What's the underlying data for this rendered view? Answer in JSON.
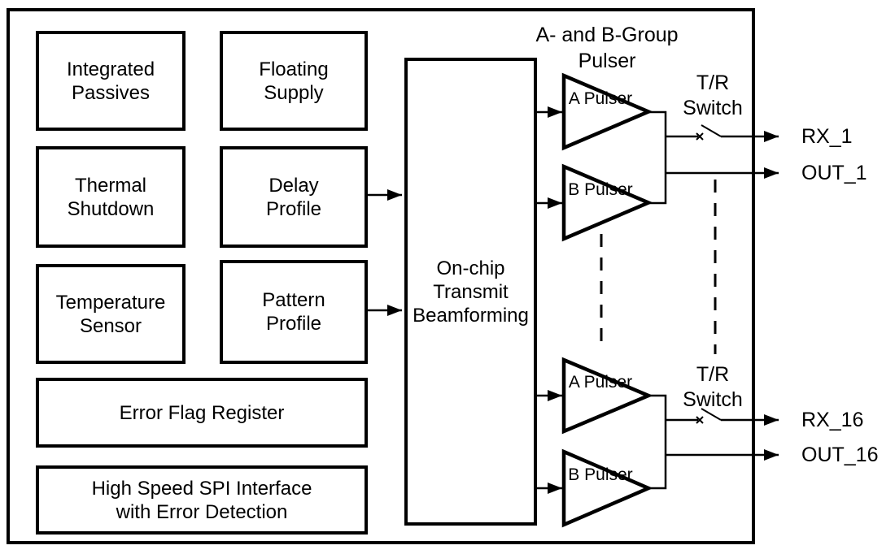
{
  "diagram": {
    "group_title": {
      "line1": "A- and B-Group",
      "line2": "Pulser"
    },
    "blocks": {
      "integrated_passives": {
        "line1": "Integrated",
        "line2": "Passives"
      },
      "floating_supply": {
        "line1": "Floating",
        "line2": "Supply"
      },
      "thermal_shutdown": {
        "line1": "Thermal",
        "line2": "Shutdown"
      },
      "delay_profile": {
        "line1": "Delay",
        "line2": "Profile"
      },
      "temperature_sensor": {
        "line1": "Temperature",
        "line2": "Sensor"
      },
      "pattern_profile": {
        "line1": "Pattern",
        "line2": "Profile"
      },
      "error_flag_register": {
        "line1": "Error Flag Register"
      },
      "spi_interface": {
        "line1": "High Speed SPI Interface",
        "line2": "with Error Detection"
      },
      "beamforming": {
        "line1": "On-chip",
        "line2": "Transmit",
        "line3": "Beamforming"
      }
    },
    "pulsers": {
      "top_a": {
        "line1": "A",
        "line2": "Pulser"
      },
      "top_b": {
        "line1": "B",
        "line2": "Pulser"
      },
      "bottom_a": {
        "line1": "A",
        "line2": "Pulser"
      },
      "bottom_b": {
        "line1": "B",
        "line2": "Pulser"
      }
    },
    "switches": {
      "top": {
        "line1": "T/R",
        "line2": "Switch"
      },
      "bottom": {
        "line1": "T/R",
        "line2": "Switch"
      }
    },
    "ports": {
      "rx1": "RX_1",
      "out1": "OUT_1",
      "rx16": "RX_16",
      "out16": "OUT_16"
    },
    "colors": {
      "line": "#000000",
      "background": "#ffffff"
    }
  }
}
